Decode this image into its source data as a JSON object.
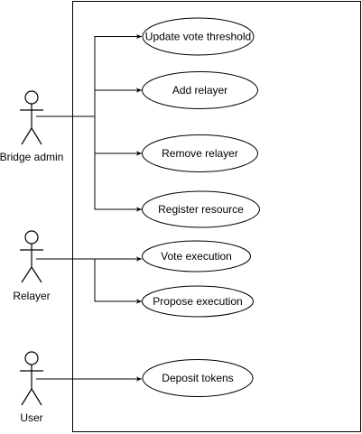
{
  "diagram": {
    "type": "use-case",
    "actors": [
      {
        "id": "bridge-admin",
        "label": "Bridge admin"
      },
      {
        "id": "relayer",
        "label": "Relayer"
      },
      {
        "id": "user",
        "label": "User"
      }
    ],
    "use_cases": [
      {
        "id": "update-vote-threshold",
        "label": "Update vote threshold"
      },
      {
        "id": "add-relayer",
        "label": "Add relayer"
      },
      {
        "id": "remove-relayer",
        "label": "Remove relayer"
      },
      {
        "id": "register-resource",
        "label": "Register resource"
      },
      {
        "id": "vote-execution",
        "label": "Vote execution"
      },
      {
        "id": "propose-execution",
        "label": "Propose execution"
      },
      {
        "id": "deposit-tokens",
        "label": "Deposit tokens"
      }
    ],
    "associations": [
      {
        "from": "bridge-admin",
        "to": "update-vote-threshold"
      },
      {
        "from": "bridge-admin",
        "to": "add-relayer"
      },
      {
        "from": "bridge-admin",
        "to": "remove-relayer"
      },
      {
        "from": "bridge-admin",
        "to": "register-resource"
      },
      {
        "from": "relayer",
        "to": "vote-execution"
      },
      {
        "from": "relayer",
        "to": "propose-execution"
      },
      {
        "from": "user",
        "to": "deposit-tokens"
      }
    ],
    "colors": {
      "stroke": "#000000",
      "fill": "#ffffff",
      "text": "#000000"
    }
  }
}
